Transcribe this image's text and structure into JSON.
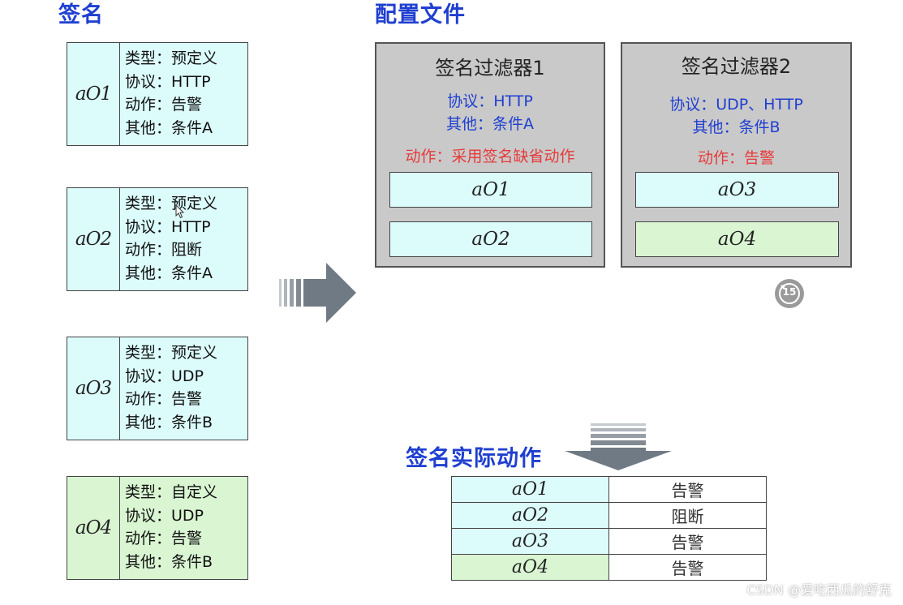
{
  "headings": {
    "signatures": "签名",
    "config_file": "配置文件",
    "actual_actions": "签名实际动作"
  },
  "signatures": [
    {
      "id": "aO1",
      "type": "类型：预定义",
      "protocol": "协议：HTTP",
      "action": "动作：告警",
      "other": "其他：条件A",
      "color": "#dcfbfb"
    },
    {
      "id": "aO2",
      "type": "类型：预定义",
      "protocol": "协议：HTTP",
      "action": "动作：阻断",
      "other": "其他：条件A",
      "color": "#dcfbfb"
    },
    {
      "id": "aO3",
      "type": "类型：预定义",
      "protocol": "协议：UDP",
      "action": "动作：告警",
      "other": "其他：条件B",
      "color": "#dcfbfb"
    },
    {
      "id": "aO4",
      "type": "类型：自定义",
      "protocol": "协议：UDP",
      "action": "动作：告警",
      "other": "其他：条件B",
      "color": "#d9f5d2"
    }
  ],
  "filters": [
    {
      "title": "签名过滤器1",
      "protocol": "协议：HTTP",
      "other": "其他：条件A",
      "action": "动作：采用签名缺省动作",
      "members": [
        "aO1",
        "aO2"
      ]
    },
    {
      "title": "签名过滤器2",
      "protocol": "协议：UDP、HTTP",
      "other": "其他：条件B",
      "action": "动作：告警",
      "members": [
        "aO3",
        "aO4"
      ]
    }
  ],
  "results": [
    {
      "id": "aO1",
      "action": "告警"
    },
    {
      "id": "aO2",
      "action": "阻断"
    },
    {
      "id": "aO3",
      "action": "告警"
    },
    {
      "id": "aO4",
      "action": "告警"
    }
  ],
  "replay_badge": "15",
  "watermark": "CSDN @爱吃西瓜的舒克",
  "colors": {
    "heading": "#1f3fd0",
    "action_red": "#e63b3b",
    "predefined_fill": "#dcfbfb",
    "custom_fill": "#d9f5d2",
    "filter_fill": "#c9c9c9",
    "arrow": "#707a84"
  }
}
